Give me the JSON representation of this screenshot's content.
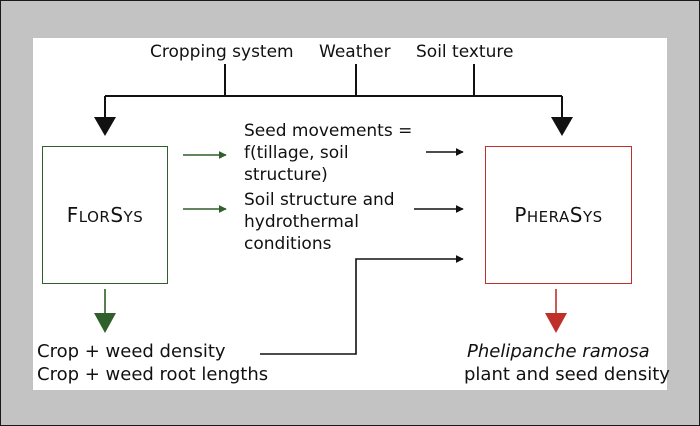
{
  "drivers": {
    "cropping_system": "Cropping system",
    "weather": "Weather",
    "soil_texture": "Soil texture"
  },
  "models": {
    "left": {
      "cap1": "F",
      "rest1": "LOR",
      "cap2": "S",
      "rest2": "YS",
      "border_color": "#2f5f2a"
    },
    "right": {
      "cap1": "P",
      "rest1": "HERA",
      "cap2": "S",
      "rest2": "YS",
      "border_color": "#c0302a"
    }
  },
  "middle": {
    "seed_line1": "Seed movements =",
    "seed_line2": "f(tillage, soil",
    "seed_line3": "structure)",
    "soil_line1": "Soil structure and",
    "soil_line2": "hydrothermal",
    "soil_line3": "conditions"
  },
  "outputs": {
    "left_line1": "Crop + weed density",
    "left_line2": "Crop + weed root lengths",
    "right_line1": "Phelipanche ramosa",
    "right_line2": "plant and seed density"
  },
  "colors": {
    "green_arrow": "#2f5f2a",
    "red_arrow": "#c0302a",
    "black": "#111111"
  }
}
